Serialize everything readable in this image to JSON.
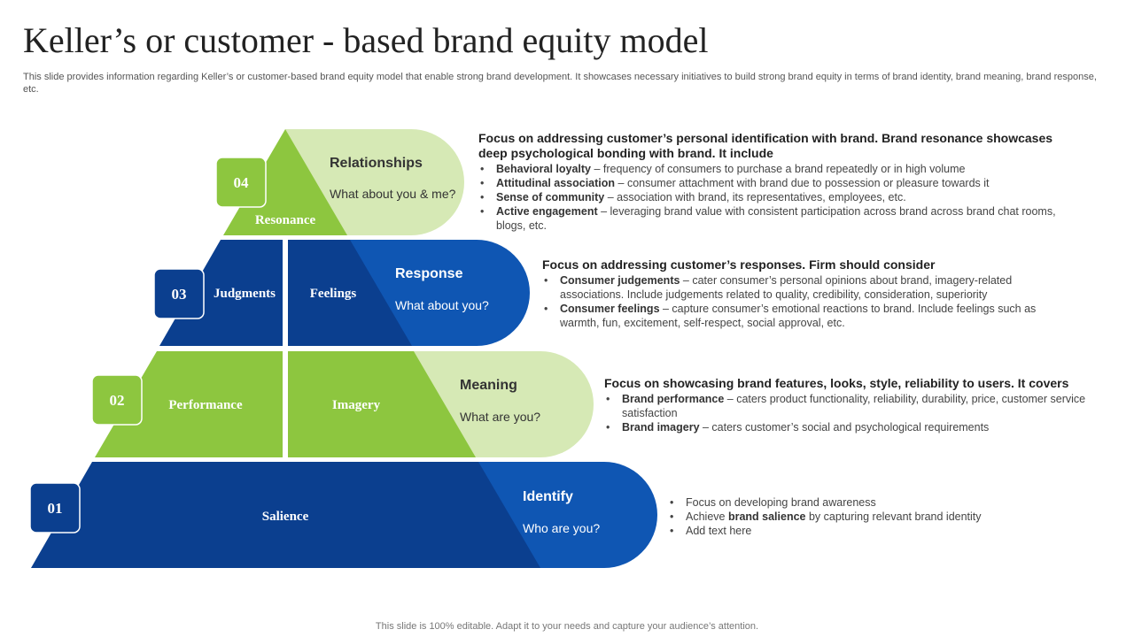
{
  "title": "Keller’s or customer - based brand equity model",
  "subtitle": "This slide provides information regarding Keller’s or customer-based brand equity model that enable strong brand development. It showcases necessary initiatives to build strong brand equity in terms of brand identity, brand meaning, brand response, etc.",
  "footer": "This slide is 100% editable. Adapt it to your needs and capture your audience’s attention.",
  "colors": {
    "dark_blue": "#0B3F8F",
    "blue": "#0F56B3",
    "green": "#8DC63F",
    "light_green": "#D6E9B5"
  },
  "levels": {
    "l4": {
      "number": "04",
      "segment": "Resonance",
      "pill_title": "Relationships",
      "pill_sub": "What about you & me?",
      "heading": "Focus on addressing customer’s personal identification with brand. Brand resonance showcases deep psychological bonding with brand.  It include",
      "bullets": [
        {
          "b": "Behavioral loyalty",
          "t": " – frequency  of consumers to purchase a brand repeatedly or in high volume"
        },
        {
          "b": "Attitudinal association",
          "t": " – consumer attachment with brand due to possession or pleasure towards it"
        },
        {
          "b": "Sense of community",
          "t": " – association with brand, its representatives,  employees, etc."
        },
        {
          "b": "Active engagement",
          "t": " – leveraging  brand value with consistent participation across brand across brand chat rooms, blogs, etc."
        }
      ]
    },
    "l3": {
      "number": "03",
      "segment_left": "Judgments",
      "segment_right": "Feelings",
      "pill_title": "Response",
      "pill_sub": "What about you?",
      "heading": "Focus on addressing customer’s responses. Firm should consider",
      "bullets": [
        {
          "b": "Consumer judgements",
          "t": " – cater consumer’s personal opinions about brand, imagery-related associations. Include judgements related to quality, credibility, consideration, superiority"
        },
        {
          "b": "Consumer feelings",
          "t": " – capture consumer’s emotional reactions to brand. Include feelings such as warmth, fun, excitement, self-respect, social approval,  etc."
        }
      ]
    },
    "l2": {
      "number": "02",
      "segment_left": "Performance",
      "segment_right": "Imagery",
      "pill_title": "Meaning",
      "pill_sub": "What are you?",
      "heading": "Focus on showcasing brand features, looks, style, reliability to users. It covers",
      "bullets": [
        {
          "b": "Brand performance",
          "t": " – caters product functionality, reliability, durability, price, customer service satisfaction"
        },
        {
          "b": "Brand imagery",
          "t": " – caters customer’s social and psychological requirements"
        }
      ]
    },
    "l1": {
      "number": "01",
      "segment": "Salience",
      "pill_title": "Identify",
      "pill_sub": "Who are you?",
      "bullets": [
        {
          "b": "",
          "pre": "Focus on developing  brand awareness",
          "t": ""
        },
        {
          "pre": "Achieve ",
          "b": "brand salience",
          "t": " by capturing relevant  brand identity"
        },
        {
          "b": "",
          "pre": "Add text here",
          "t": ""
        }
      ]
    }
  }
}
